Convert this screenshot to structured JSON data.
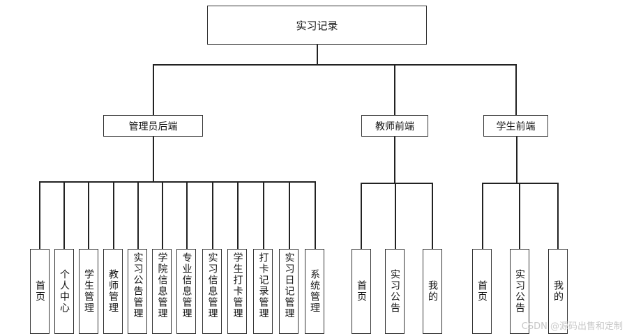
{
  "root": {
    "label": "实习记录"
  },
  "branches": [
    {
      "id": "admin",
      "label": "管理员后端",
      "children": [
        "首页",
        "个人中心",
        "学生管理",
        "教师管理",
        "实习公告管理",
        "学院信息管理",
        "专业信息管理",
        "实习信息管理",
        "学生打卡管理",
        "打卡记录管理",
        "实习日记管理",
        "系统管理"
      ]
    },
    {
      "id": "teacher",
      "label": "教师前端",
      "children": [
        "首页",
        "实习公告",
        "我的"
      ]
    },
    {
      "id": "student",
      "label": "学生前端",
      "children": [
        "首页",
        "实习公告",
        "我的"
      ]
    }
  ],
  "watermark": "CSDN @源码出售和定制"
}
